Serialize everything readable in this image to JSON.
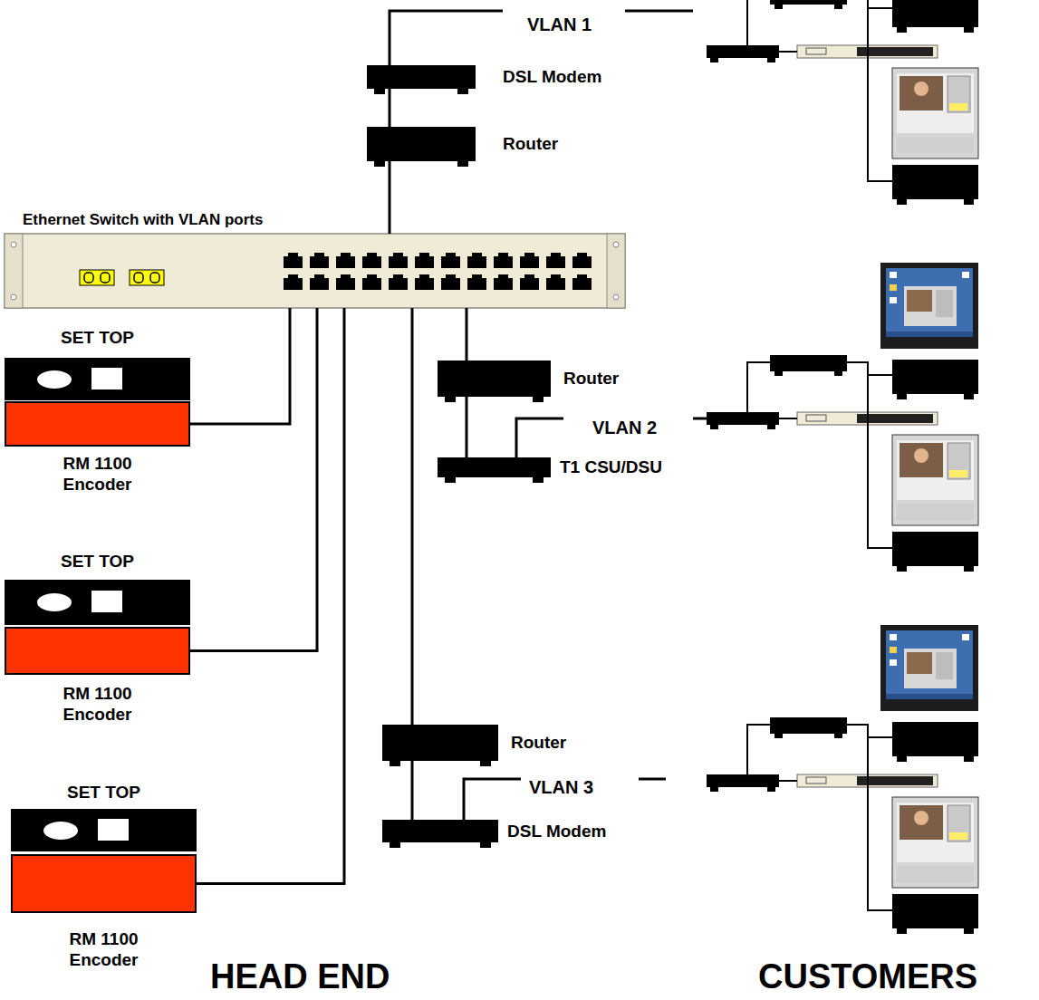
{
  "diagram": {
    "nodes": [
      {
        "text": [
          "DSL Modem"
        ]
      },
      {
        "text": [
          "Router"
        ]
      },
      {
        "text": [
          "Ethernet Switch with VLAN ports"
        ]
      },
      {
        "text": [
          "SET TOP"
        ]
      },
      {
        "text": [
          "RM 1100 Encoder"
        ]
      },
      {
        "text": [
          "Router"
        ]
      },
      {
        "text": [
          "T1 CSU/DSU"
        ]
      },
      {
        "text": [
          "SET TOP"
        ]
      },
      {
        "text": [
          "RM 1100 Encoder"
        ]
      },
      {
        "text": [
          "Router"
        ]
      },
      {
        "text": [
          "SET TOP"
        ]
      },
      {
        "text": [
          "DSL Modem"
        ]
      },
      {
        "text": [
          "RM 1100 Encoder"
        ]
      }
    ],
    "edges": [
      {
        "from": 1,
        "to": 0,
        "arrow": "none"
      },
      {
        "from": 2,
        "to": 1,
        "arrow": "none"
      },
      {
        "from": 4,
        "to": 2,
        "arrow": "none"
      },
      {
        "from": 8,
        "to": 2,
        "arrow": "none"
      },
      {
        "from": 12,
        "to": 2,
        "arrow": "none"
      },
      {
        "from": 2,
        "to": 5,
        "arrow": "none"
      },
      {
        "from": 5,
        "to": 6,
        "arrow": "none"
      },
      {
        "from": 2,
        "to": 9,
        "arrow": "none"
      },
      {
        "from": 9,
        "to": 11,
        "arrow": "none"
      }
    ],
    "labels": [
      "VLAN 1",
      "VLAN 2",
      "VLAN 3",
      "HEAD END",
      "CUSTOMERS"
    ]
  }
}
